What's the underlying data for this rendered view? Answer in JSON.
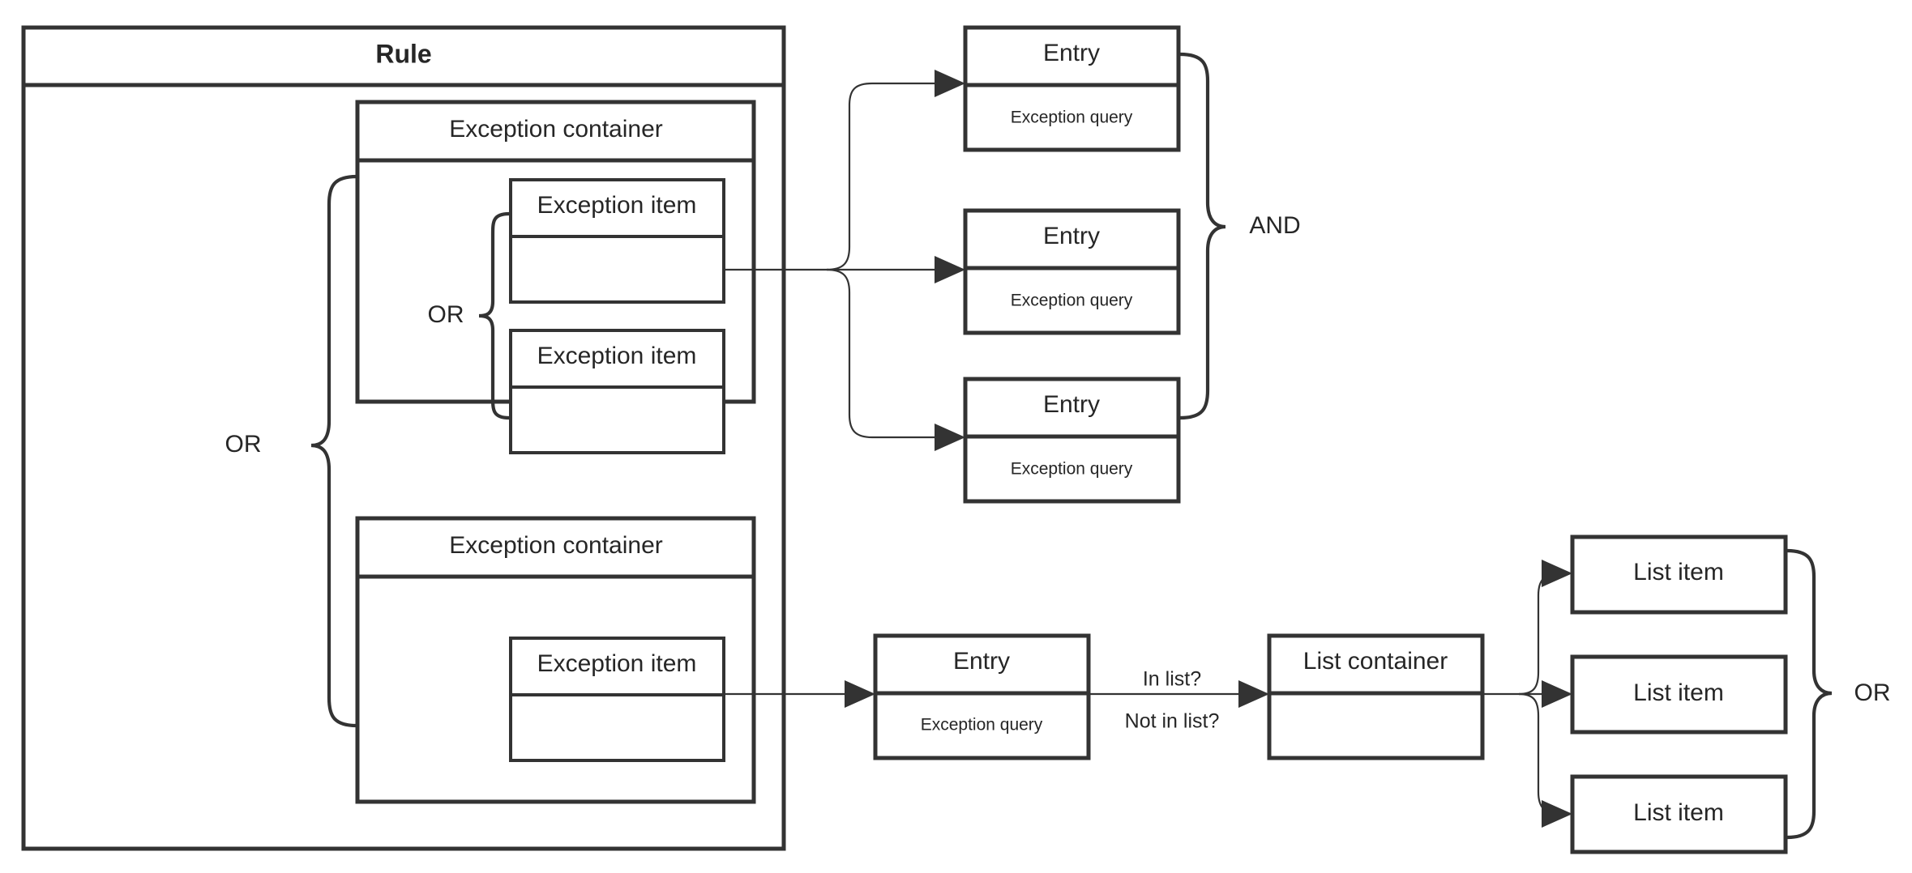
{
  "diagram": {
    "title": "Rule",
    "colors": {
      "stroke": "#333333",
      "text": "#262626",
      "background": "#ffffff"
    },
    "rule": {
      "label": "Rule"
    },
    "exception_containers": [
      {
        "label": "Exception container",
        "items": [
          {
            "label": "Exception item"
          },
          {
            "label": "Exception item"
          }
        ],
        "operator": "OR"
      },
      {
        "label": "Exception container",
        "items": [
          {
            "label": "Exception item"
          }
        ]
      }
    ],
    "rule_operator": "OR",
    "entries_top": [
      {
        "label": "Entry",
        "sub": "Exception query"
      },
      {
        "label": "Entry",
        "sub": "Exception query"
      },
      {
        "label": "Entry",
        "sub": "Exception query"
      }
    ],
    "entries_top_operator": "AND",
    "entry_bottom": {
      "label": "Entry",
      "sub": "Exception query"
    },
    "edge_labels": {
      "in_list": "In list?",
      "not_in_list": "Not in list?"
    },
    "list_container": {
      "label": "List container"
    },
    "list_items": [
      {
        "label": "List item"
      },
      {
        "label": "List item"
      },
      {
        "label": "List item"
      }
    ],
    "list_operator": "OR"
  }
}
